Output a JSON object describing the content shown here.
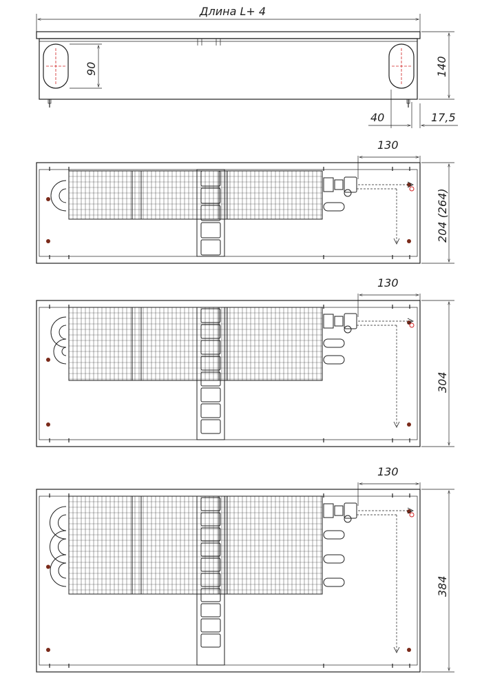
{
  "top_view": {
    "length_label": "Длина L+ 4",
    "slot_height_label": "90",
    "height_label": "140",
    "offset_label": "40",
    "edge_label": "17,5"
  },
  "sections": [
    {
      "width_label": "130",
      "height_label": "204 (264)",
      "tubes": 2,
      "cells": 5
    },
    {
      "width_label": "130",
      "height_label": "304",
      "tubes": 3,
      "cells": 8
    },
    {
      "width_label": "130",
      "height_label": "384",
      "tubes": 4,
      "cells": 10
    }
  ],
  "colors": {
    "line": "#1e1e1e",
    "accent": "#d02020",
    "screw": "#7a2a1a"
  }
}
